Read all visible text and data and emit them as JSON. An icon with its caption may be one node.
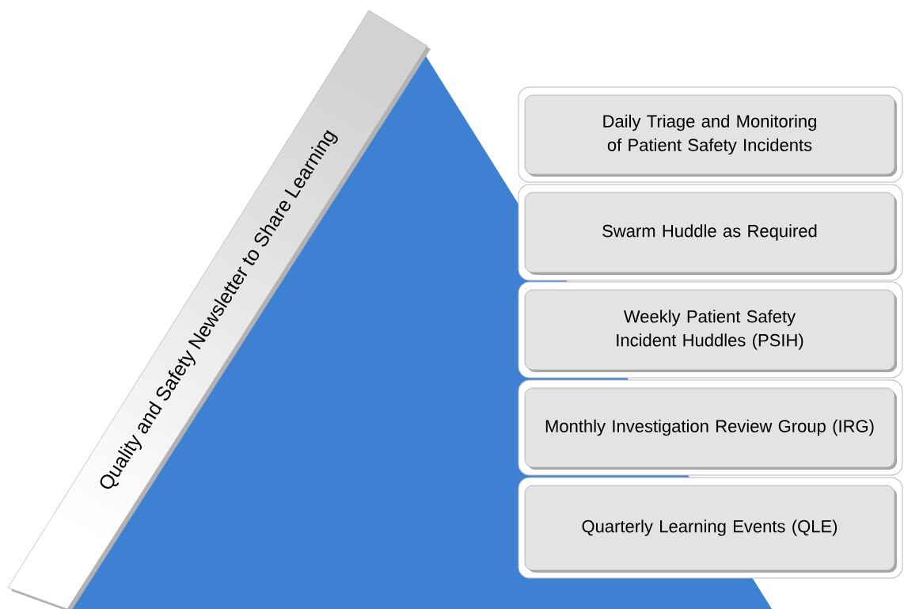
{
  "diagram": {
    "nodes": [
      {
        "text": [
          "Quality and Safety Newsletter to Share Learning"
        ]
      },
      {
        "text": [
          "Daily Triage and Monitoring of Patient Safety Incidents"
        ]
      },
      {
        "text": [
          "Swarm Huddle as Required"
        ]
      },
      {
        "text": [
          "Weekly Patient Safety Incident Huddles (PSIH)"
        ]
      },
      {
        "text": [
          "Monthly Investigation Review Group (IRG)"
        ]
      },
      {
        "text": [
          "Quarterly Learning Events (QLE)"
        ]
      }
    ]
  }
}
